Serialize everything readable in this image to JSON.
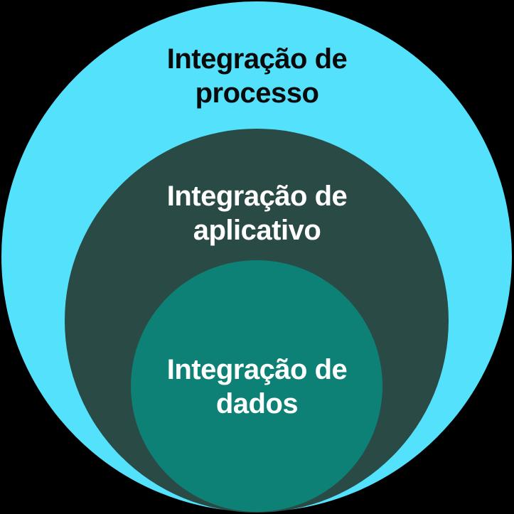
{
  "diagram": {
    "type": "nested-circles",
    "background": "#000000",
    "levels": [
      {
        "label": "Integração de processo",
        "line1": "Integração de",
        "line2": "processo",
        "fill": "#54E1FB",
        "text_color": "#0A0A0A"
      },
      {
        "label": "Integração de aplicativo",
        "line1": "Integração de",
        "line2": "aplicativo",
        "fill": "#2A4A46",
        "text_color": "#FFFFFF"
      },
      {
        "label": "Integração de dados",
        "line1": "Integração de",
        "line2": "dados",
        "fill": "#0D8175",
        "text_color": "#FFFFFF"
      }
    ]
  }
}
